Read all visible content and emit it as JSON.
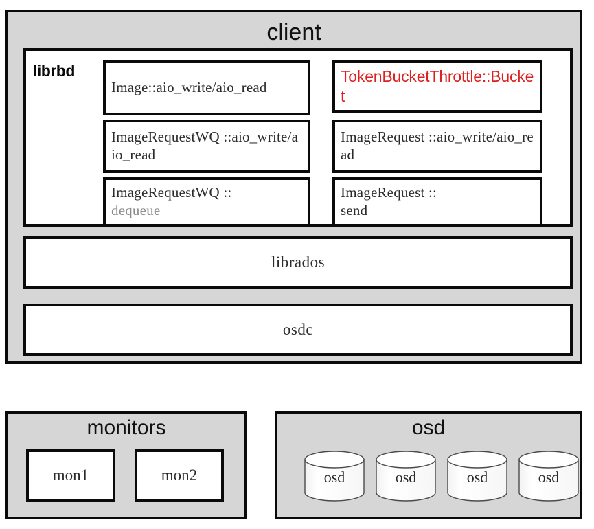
{
  "diagram": {
    "title": "Ceph client / librbd architecture block diagram",
    "colors": {
      "group_background": "#d6d6d6",
      "border": "#0a0a0a",
      "cell_background": "#ffffff",
      "text": "#2b2b2b",
      "accent_red": "#dd2020",
      "dim_gray": "#8b8b8b"
    }
  },
  "client": {
    "title": "client",
    "librbd": {
      "label": "librbd",
      "left_column": [
        {
          "text": "Image::aio_write/aio_read",
          "style": "normal"
        },
        {
          "text": "ImageRequestWQ ::aio_write/aio_read",
          "style": "normal"
        },
        {
          "text": "ImageRequestWQ ::\ndequeue",
          "style": "dim-second-line",
          "line1": "ImageRequestWQ ::",
          "line2": "dequeue"
        }
      ],
      "right_column": [
        {
          "text": "TokenBucketThrottle::Bucket",
          "style": "accent"
        },
        {
          "text": "ImageRequest ::aio_write/aio_read",
          "style": "normal"
        },
        {
          "text": "ImageRequest ::\nsend",
          "style": "normal",
          "line1": "ImageRequest ::",
          "line2": "send"
        }
      ]
    },
    "layers": [
      {
        "label": "librados"
      },
      {
        "label": "osdc"
      }
    ]
  },
  "monitors": {
    "title": "monitors",
    "nodes": [
      {
        "label": "mon1"
      },
      {
        "label": "mon2"
      }
    ]
  },
  "osd": {
    "title": "osd",
    "nodes": [
      {
        "label": "osd"
      },
      {
        "label": "osd"
      },
      {
        "label": "osd"
      },
      {
        "label": "osd"
      }
    ]
  }
}
